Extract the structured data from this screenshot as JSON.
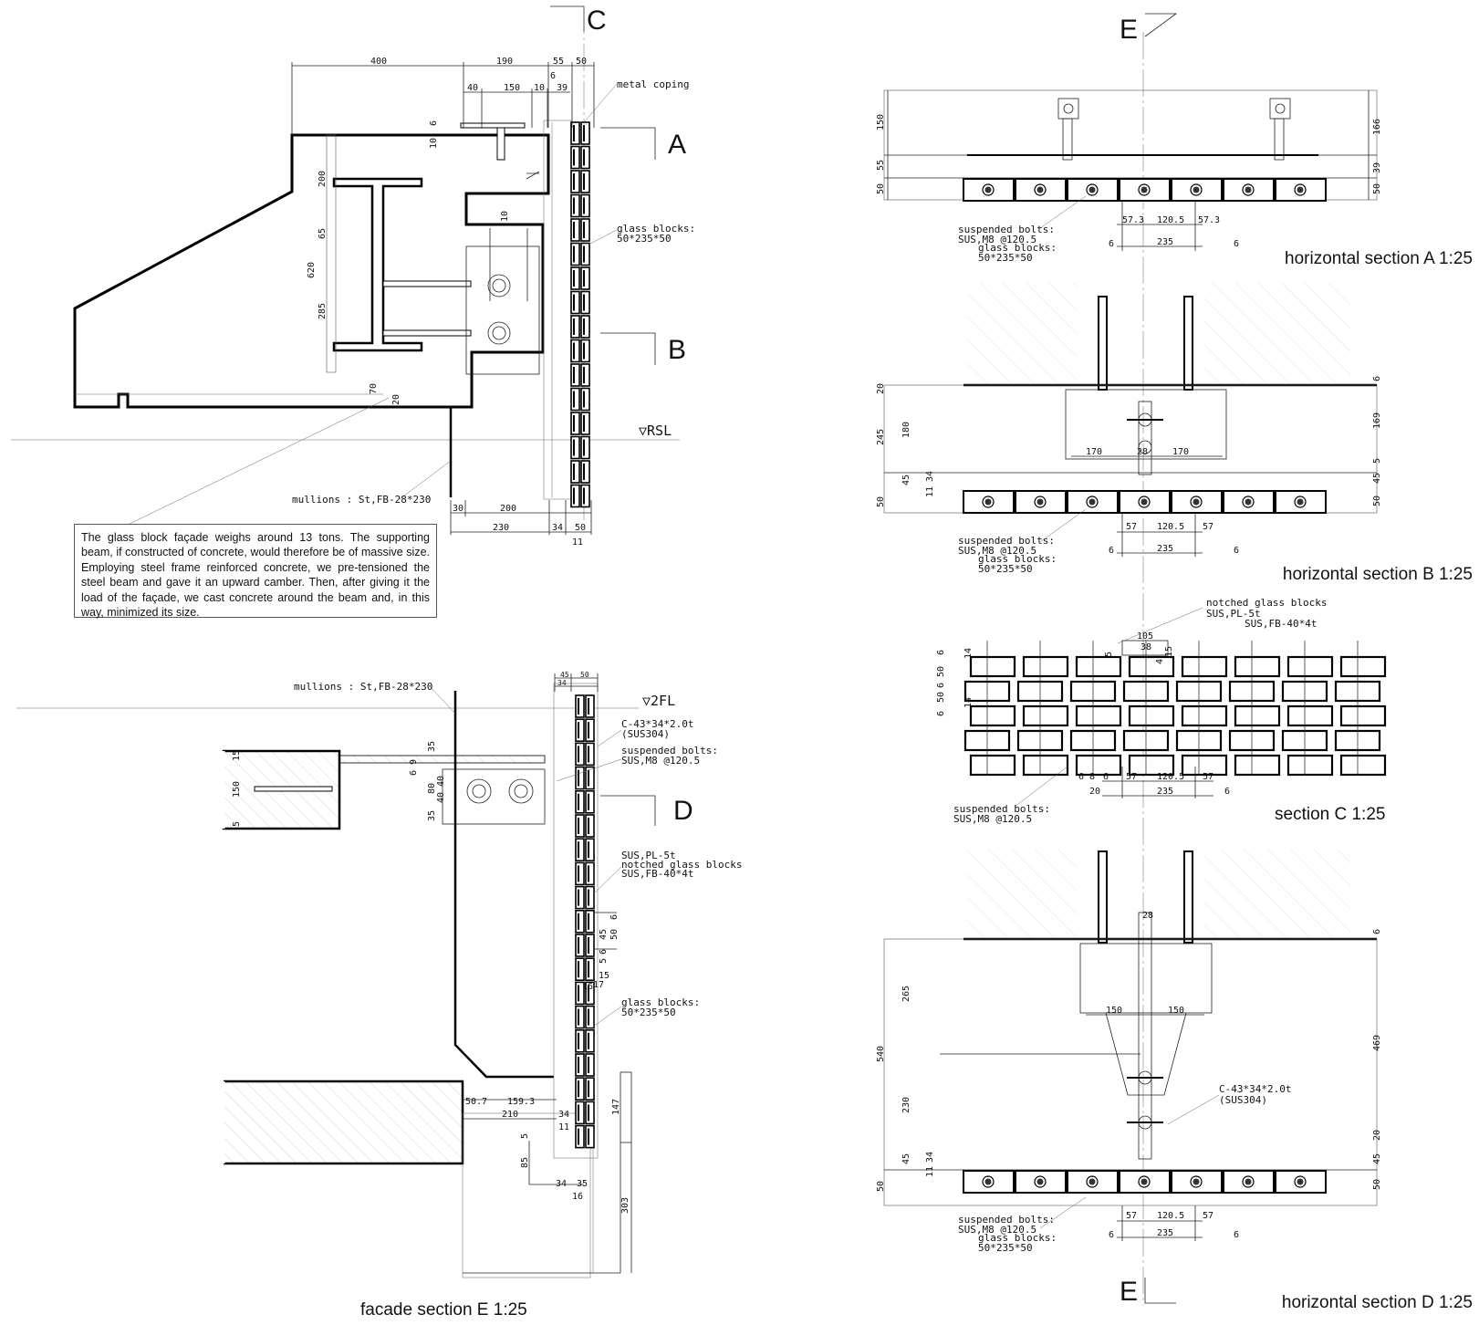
{
  "captions": {
    "facade_e": "facade section E 1:25",
    "horiz_a": "horizontal section A 1:25",
    "horiz_b": "horizontal section B 1:25",
    "section_c": "section C 1:25",
    "horiz_d": "horizontal section D 1:25"
  },
  "markers": {
    "a": "A",
    "b": "B",
    "c": "C",
    "d": "D",
    "e_top": "E",
    "e_bottom": "E"
  },
  "levels": {
    "rsl": "▽RSL",
    "fl2": "▽2FL"
  },
  "note": "The glass block façade weighs around 13 tons. The supporting beam, if constructed of concrete, would therefore be of massive size. Employing steel frame reinforced concrete, we pre-tensioned the steel beam and gave it an upward camber. Then, after giving it the load of the façade, we cast concrete around the beam and, in this way, minimized its size.",
  "labels": {
    "metal_coping": "metal coping",
    "glass_blocks": "glass blocks:",
    "glass_blocks_size": "50*235*50",
    "mullions_top": "mullions : St,FB-28*230",
    "mullions_bottom": "mullions : St,FB-28*230",
    "c_channel": "C-43*34*2.0t",
    "sus304": "(SUS304)",
    "suspended_bolts": "suspended bolts:",
    "sus_m8": "SUS,M8 @120.5",
    "sus_pl": "SUS,PL-5t",
    "notched": "notched glass blocks",
    "sus_fb": "SUS,FB-40*4t"
  },
  "dims": {
    "top_400": "400",
    "top_190": "190",
    "top_55": "55",
    "top_50": "50",
    "top_40": "40",
    "top_150": "150",
    "top_10": "10",
    "top_39": "39",
    "top_6": "6",
    "v_6": "6",
    "v_10": "10",
    "v_200": "200",
    "v_65": "65",
    "v_620": "620",
    "v_285": "285",
    "v_70": "70",
    "v_20": "20",
    "v_10b": "10",
    "b_30": "30",
    "b_200": "200",
    "b_230": "230",
    "b_34": "34",
    "b_50": "50",
    "b_11": "11",
    "a_150": "150",
    "a_55": "55",
    "a_50": "50",
    "a_166": "166",
    "a_39": "39",
    "a_50r": "50",
    "a_573l": "57.3",
    "a_1205": "120.5",
    "a_573r": "57.3",
    "a_6l": "6",
    "a_235": "235",
    "a_6r": "6",
    "b2_20": "20",
    "b2_245": "245",
    "b2_180": "180",
    "b2_45": "45",
    "b2_34": "34",
    "b2_11": "11",
    "b2_50": "50",
    "b2_170l": "170",
    "b2_28": "28",
    "b2_170r": "170",
    "b2_6r": "6",
    "b2_169": "169",
    "b2_5": "5",
    "b2_45r": "45",
    "b2_50r": "50",
    "b2_57l": "57",
    "b2_1205": "120.5",
    "b2_57r": "57",
    "b2_6l": "6",
    "b2_235": "235",
    "b2_6rr": "6",
    "c_105": "105",
    "c_38": "38",
    "c_5": "5",
    "c_4": "4",
    "c_15": "15",
    "c_6a": "6",
    "c_14a": "14",
    "c_50a": "50",
    "c_6b": "6",
    "c_50b": "50",
    "c_14b": "14",
    "c_6c": "6",
    "c_6d": "6",
    "c_8": "8",
    "c_6e": "6",
    "c_57l": "57",
    "c_1205": "120.5",
    "c_57r": "57",
    "c_20": "20",
    "c_235": "235",
    "c_6f": "6",
    "e_45": "45",
    "e_50": "50",
    "e_34": "34",
    "e_15": "15",
    "e_150": "150",
    "e_5": "5",
    "e_6": "6",
    "e_9": "9",
    "e_35": "35",
    "e_80": "80",
    "e_40a": "40",
    "e_40b": "40",
    "e_35b": "35",
    "e_6c": "6",
    "e_45c": "45",
    "e_50c": "50",
    "e_6d": "6",
    "e_5b": "5",
    "e_15b": "15",
    "e_16": "16",
    "e_17": "17",
    "e_507": "50.7",
    "e_1593": "159.3",
    "e_210": "210",
    "e_34b": "34",
    "e_11": "11",
    "e_147": "147",
    "e_5c": "5",
    "e_85": "85",
    "e_34c": "34",
    "e_35c": "35",
    "e_16b": "16",
    "e_303": "303",
    "d_265": "265",
    "d_540": "540",
    "d_230": "230",
    "d_45": "45",
    "d_34": "34",
    "d_11": "11",
    "d_50": "50",
    "d_28": "28",
    "d_150l": "150",
    "d_150r": "150",
    "d_6": "6",
    "d_469": "469",
    "d_20": "20",
    "d_45r": "45",
    "d_50r": "50",
    "d_57l": "57",
    "d_1205": "120.5",
    "d_57r": "57",
    "d_6l": "6",
    "d_235": "235",
    "d_6r": "6"
  }
}
